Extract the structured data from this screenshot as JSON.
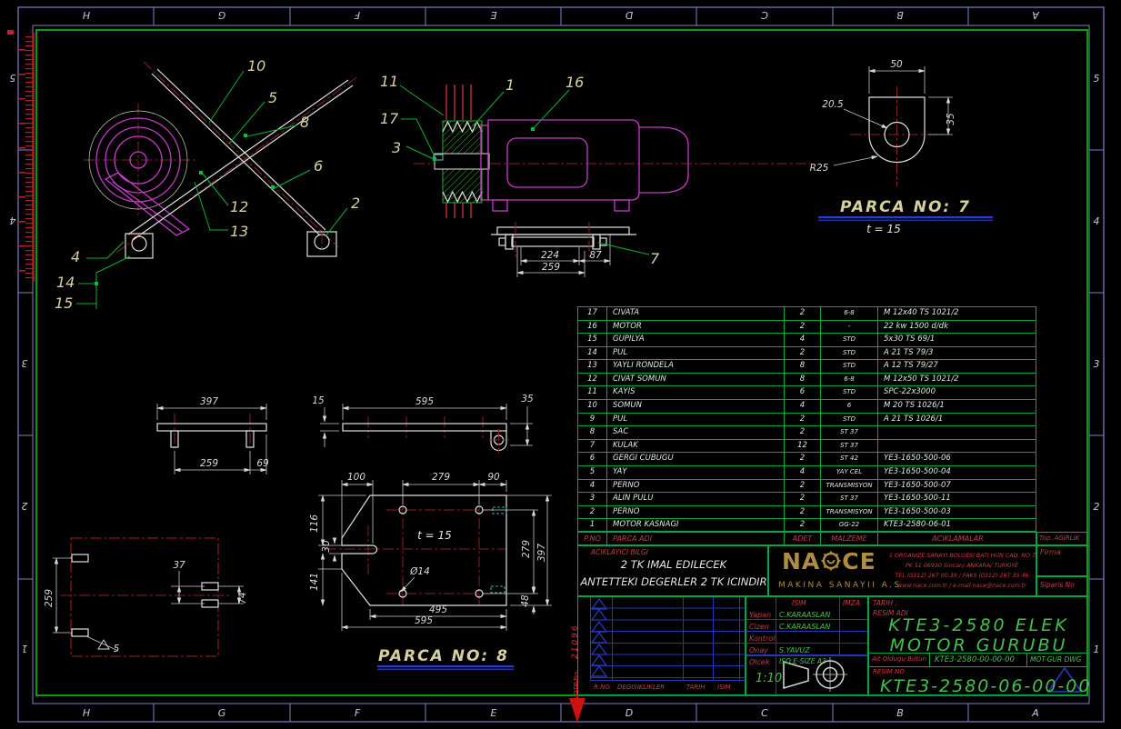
{
  "border": {
    "top_letters": [
      "H",
      "G",
      "F",
      "E",
      "D",
      "C",
      "B",
      "A"
    ],
    "bottom_letters": [
      "H",
      "G",
      "F",
      "E",
      "D",
      "C",
      "B",
      "A"
    ],
    "left_numbers": [
      "5",
      "4",
      "3",
      "2",
      "1"
    ],
    "right_numbers": [
      "5",
      "4",
      "3",
      "2",
      "1"
    ]
  },
  "views": {
    "assembly": {
      "balloons": {
        "b10": "10",
        "b5": "5",
        "b8": "8",
        "b6": "6",
        "b2": "2",
        "b12": "12",
        "b13": "13",
        "b4": "4",
        "b14": "14",
        "b15": "15"
      }
    },
    "motor": {
      "balloons": {
        "b11": "11",
        "b1": "1",
        "b16": "16",
        "b17": "17",
        "b3": "3",
        "b7": "7"
      },
      "dims": {
        "d224": "224",
        "d87": "87",
        "d259": "259"
      }
    },
    "parca7": {
      "title": "PARCA NO: 7",
      "thickness": "t = 15",
      "dims": {
        "w": "50",
        "h": "35",
        "hole": "20.5",
        "radius": "R25"
      }
    },
    "bracket1": {
      "dims": {
        "w": "397",
        "a": "259",
        "b": "69"
      }
    },
    "bracket2": {
      "dims": {
        "t": "15",
        "w": "595",
        "h": "35"
      }
    },
    "parca8": {
      "title": "PARCA NO: 8",
      "thickness": "t = 15",
      "dims": {
        "d100": "100",
        "d279t": "279",
        "d90": "90",
        "d116": "116",
        "d30": "30",
        "d141": "141",
        "hole": "Ø14",
        "d48": "48",
        "d279r": "279",
        "d397": "397",
        "d495": "495",
        "d595": "595"
      }
    },
    "frame_box": {
      "dims": {
        "h259": "259",
        "gap37": "37",
        "w74": "74",
        "weld": "5"
      }
    }
  },
  "parts_table": {
    "headers": {
      "no": "P.NO",
      "name": "PARCA ADI",
      "qty": "ADET",
      "mat": "MALZEME",
      "note": "ACIKLAMALAR"
    },
    "rows": [
      {
        "no": "17",
        "name": "CIVATA",
        "qty": "2",
        "mat": "6-8",
        "note": "M 12x40  TS 1021/2"
      },
      {
        "no": "16",
        "name": "MOTOR",
        "qty": "2",
        "mat": "-",
        "note": "22 kw 1500 d/dk"
      },
      {
        "no": "15",
        "name": "GUPILYA",
        "qty": "4",
        "mat": "STD",
        "note": "5x30 TS 69/1"
      },
      {
        "no": "14",
        "name": "PUL",
        "qty": "2",
        "mat": "STD",
        "note": "A 21 TS 79/3"
      },
      {
        "no": "13",
        "name": "YAYLI RONDELA",
        "qty": "8",
        "mat": "STD",
        "note": "A 12 TS 79/27"
      },
      {
        "no": "12",
        "name": "CIVAT SOMUN",
        "qty": "8",
        "mat": "6-8",
        "note": "M 12x50  TS 1021/2"
      },
      {
        "no": "11",
        "name": "KAYIS",
        "qty": "6",
        "mat": "STD",
        "note": "SPC-22x3000"
      },
      {
        "no": "10",
        "name": "SOMUN",
        "qty": "4",
        "mat": "6",
        "note": "M 20  TS 1026/1"
      },
      {
        "no": "9",
        "name": "PUL",
        "qty": "2",
        "mat": "STD",
        "note": "A 21 TS 1026/1"
      },
      {
        "no": "8",
        "name": "SAC",
        "qty": "2",
        "mat": "ST 37",
        "note": ""
      },
      {
        "no": "7",
        "name": "KULAK",
        "qty": "12",
        "mat": "ST 37",
        "note": ""
      },
      {
        "no": "6",
        "name": "GERGI CUBUGU",
        "qty": "2",
        "mat": "ST 42",
        "note": "YE3-1650-500-06"
      },
      {
        "no": "5",
        "name": "YAY",
        "qty": "4",
        "mat": "YAY CEL",
        "note": "YE3-1650-500-04"
      },
      {
        "no": "4",
        "name": "PERNO",
        "qty": "2",
        "mat": "TRANSMISYON",
        "note": "YE3-1650-500-07"
      },
      {
        "no": "3",
        "name": "ALIN PULU",
        "qty": "2",
        "mat": "ST 37",
        "note": "YE3-1650-500-11"
      },
      {
        "no": "2",
        "name": "PERNO",
        "qty": "2",
        "mat": "TRANSMISYON",
        "note": "YE3-1650-500-03"
      },
      {
        "no": "1",
        "name": "MOTOR KASNAGI",
        "qty": "2",
        "mat": "GG-22",
        "note": "KTE3-2580-06-01"
      }
    ]
  },
  "title_block": {
    "note_label": "ACIKLAYICI BILGI",
    "note_line1": "2 TK IMAL EDILECEK",
    "note_line2": "ANTETTEKI DEGERLER 2 TK ICINDIR",
    "company": {
      "name_left": "NA",
      "name_right": "CE",
      "subtitle": "MAKINA SANAYII A.S",
      "address_line1": "1 ORGANIZE SANAYI BOLGESI BATI HUN CAD. NO 7",
      "address_line2": "PK 51 06930 Sincan/ ANKARA/ TURKIYE",
      "address_line3": "TEL (0312) 267 00 39 / FAKS (0312) 267 35 46",
      "address_line4": "www.nace.com.tr / e-mail nace@nace.com.tr"
    },
    "top_agirlik": "Top. AGIRLIK",
    "firma": "Firma",
    "siparis": "Siparis No",
    "isim": "ISIM",
    "imza": "IMZA",
    "tarih": "TARIH :",
    "yapan_label": "Yapan",
    "yapan": "C.KARAASLAN",
    "cizen_label": "Cizen",
    "cizen": "C.KARAASLAN",
    "kontrol_label": "Kontrol",
    "kontrol": "",
    "onay_label": "Onay",
    "onay": "S.YAVUZ",
    "olcek_label": "Olcek",
    "olcek": "1:10",
    "paper": "ISO E-SIZE A3",
    "resim_adi_label": "RESIM ADI",
    "resim_adi_1": "KTE3-2580 ELEK",
    "resim_adi_2": "MOTOR GURUBU",
    "ait_label": "Ait Oldugu Bütün",
    "ait_value": "KTE3-2580-00-00-00",
    "dwg": "MOT-GUR DWG",
    "resim_no_label": "RESIM NO",
    "resim_no": "KTE3-2580-06-00-00",
    "otp_label": "OTP No",
    "otp_no": "21096",
    "rev_headers": {
      "rno": "R.NO",
      "deg": "DEGISIKLIKLER",
      "tarih": "TARIH",
      "isim": "ISIM"
    }
  }
}
